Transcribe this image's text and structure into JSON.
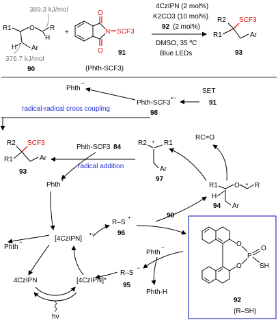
{
  "reaction": {
    "bde_top": "389.3 kJ/mol",
    "bde_bottom": "376.7 kJ/mol",
    "sub90_r1": "R1",
    "sub90_r": "R",
    "sub90_o": "O",
    "sub90_h1": "H",
    "sub90_h2": "H",
    "sub90_ar": "Ar",
    "label_90": "90",
    "plus": "+",
    "n": "N",
    "scf3": "SCF3",
    "o1": "O",
    "o2": "O",
    "label_91": "91",
    "phth_scf3": "(Phth-SCF3)",
    "cond1": "4CzIPN (2 mol%)",
    "cond2": "K2CO3 (10 mol%)",
    "cond3_num": "92",
    "cond3_rest": "(2 mol%)",
    "cond4": "DMSO, 35 ºC",
    "cond5": "Blue LEDs",
    "prod_r2": "R2",
    "prod_r1": "R1",
    "prod_scf3": "SCF3",
    "prod_ar": "Ar",
    "label_93": "93"
  },
  "mechanism": {
    "phth_anion": "Phth",
    "phth_scf3_radical_anion": "Phth-SCF3",
    "label_98": "98",
    "set": "SET",
    "label_91": "91",
    "cross_coupling": "radical-radical cross coupling",
    "prod_r2": "R2",
    "prod_r1": "R1",
    "prod_scf3": "SCF3",
    "prod_ar": "Ar",
    "label_93": "93",
    "phth_scf3_84": "Phth-SCF3",
    "label_84": "84",
    "radical_addition": "radical addition",
    "rad97_r2": "R2",
    "rad97_r1": "R1",
    "rad97_ar": "Ar",
    "label_97": "97",
    "ketone": "RC=O",
    "rad94_r1": "R1",
    "rad94_h": "H",
    "rad94_o": "O",
    "rad94_r": "R",
    "rad94_ar": "Ar",
    "label_94": "94",
    "phth_radical": "Phth",
    "label_90": "90",
    "cz_radical_anion": "[4CzIPN]",
    "phth_anion2": "Phth",
    "cz": "4CzIPN",
    "cz_excited": "[4CzIPN]*",
    "rs_radical": "R–S",
    "label_96": "96",
    "rs_anion": "R–S",
    "label_95": "95",
    "phth_anion3": "Phth",
    "phth_h": "Phth-H",
    "hv": "hν",
    "cat_o1": "O",
    "cat_o2": "O",
    "cat_p": "P",
    "cat_o3": "O",
    "cat_sh": "SH",
    "label_92": "92",
    "cat_rsh": "(R–SH)"
  },
  "colors": {
    "catalyst_box": "#2b2fc0",
    "label_text": "#1f2bd0",
    "scf3": "#e01010",
    "bde": "#7a7a7a"
  }
}
